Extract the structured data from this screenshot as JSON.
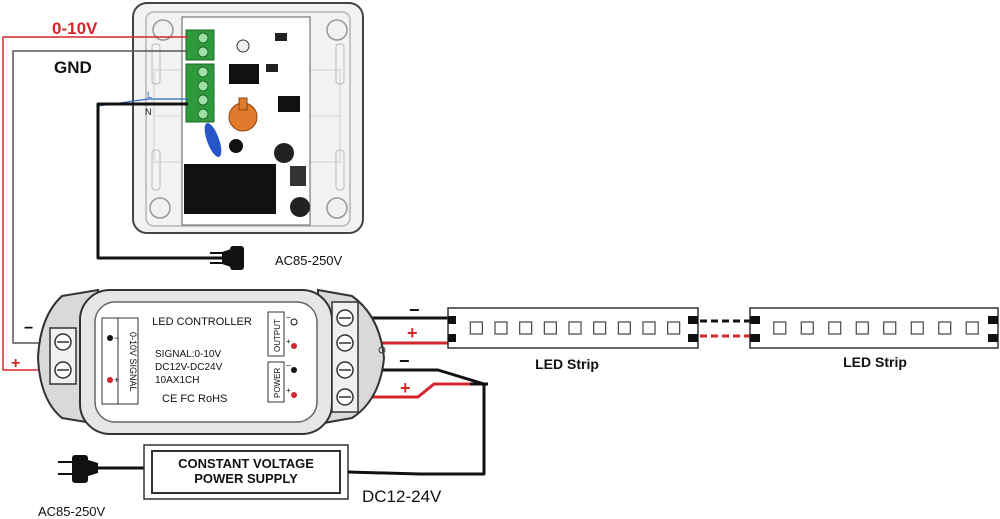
{
  "labels": {
    "signal_range": "0-10V",
    "gnd": "GND",
    "l": "L",
    "n": "N",
    "ac_top": "AC85-250V",
    "ac_bottom": "AC85-250V",
    "dc_range": "DC12-24V",
    "minus": "−",
    "plus": "+",
    "minus_mid": "−",
    "plus_mid": "+",
    "strip_minus": "−",
    "strip_plus": "+"
  },
  "controller": {
    "title": "LED CONTROLLER",
    "spec_signal": "SIGNAL:0-10V",
    "spec_voltage": "DC12V-DC24V",
    "spec_current": "10AX1CH",
    "certs": "CE FC RoHS",
    "input_side": "0-10V  SIGNAL",
    "output_tag": "OUTPUT",
    "power_tag": "POWER",
    "pin_minus": "−",
    "pin_plus": "+"
  },
  "strips": [
    {
      "label": "LED Strip",
      "leds": 9
    },
    {
      "label": "LED Strip",
      "leds": 8
    }
  ],
  "power_supply": {
    "line1": "CONSTANT VOLTAGE",
    "line2": "POWER SUPPLY"
  },
  "colors": {
    "wire_red": "#d5262b",
    "wire_black": "#1a1a1a",
    "terminal_green": "#2e9a3c",
    "potentiometer": "#e07a2c",
    "housing_grey": "#d9d9d9"
  }
}
